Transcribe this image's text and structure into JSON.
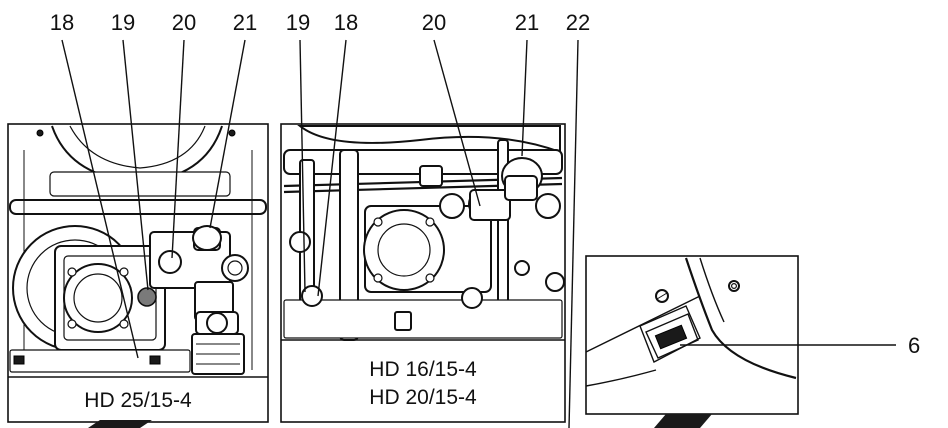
{
  "panels": [
    {
      "id": "hd25",
      "callouts": [
        "18",
        "19",
        "20",
        "21"
      ],
      "caption_lines": [
        "HD 25/15-4"
      ]
    },
    {
      "id": "hd16",
      "callouts": [
        "19",
        "18",
        "20",
        "21",
        "22"
      ],
      "caption_lines": [
        "HD 16/15-4",
        "HD 20/15-4"
      ]
    },
    {
      "id": "switch",
      "callouts": [
        "6"
      ],
      "caption_lines": []
    }
  ]
}
